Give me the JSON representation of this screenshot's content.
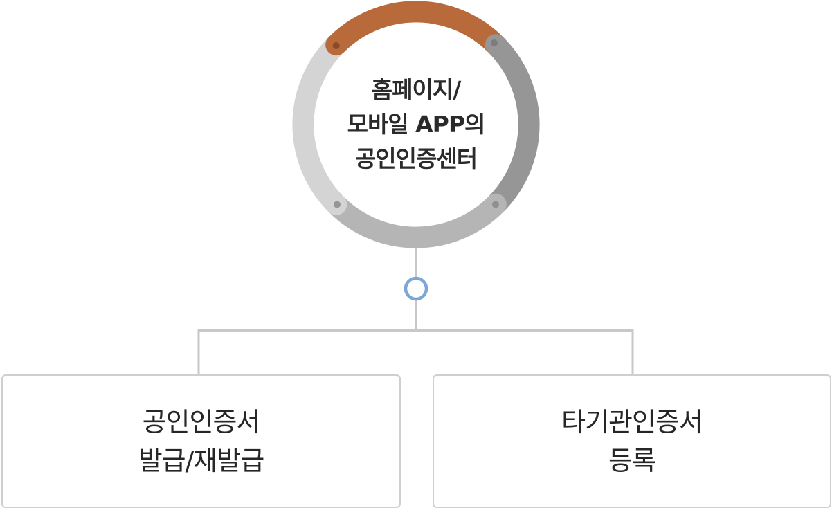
{
  "center": {
    "lines": [
      "홈페이지/",
      "모바일 APP의",
      "공인인증센터"
    ]
  },
  "colors": {
    "accent": "#b86a3a",
    "segment_dark": "#979696",
    "segment_mid": "#b5b5b5",
    "segment_light": "#d4d4d4",
    "connector": "#c8c8cc",
    "node": "#7aa7d6"
  },
  "boxes": [
    {
      "lines": [
        "공인인증서",
        "발급/재발급"
      ]
    },
    {
      "lines": [
        "타기관인증서",
        "등록"
      ]
    }
  ]
}
